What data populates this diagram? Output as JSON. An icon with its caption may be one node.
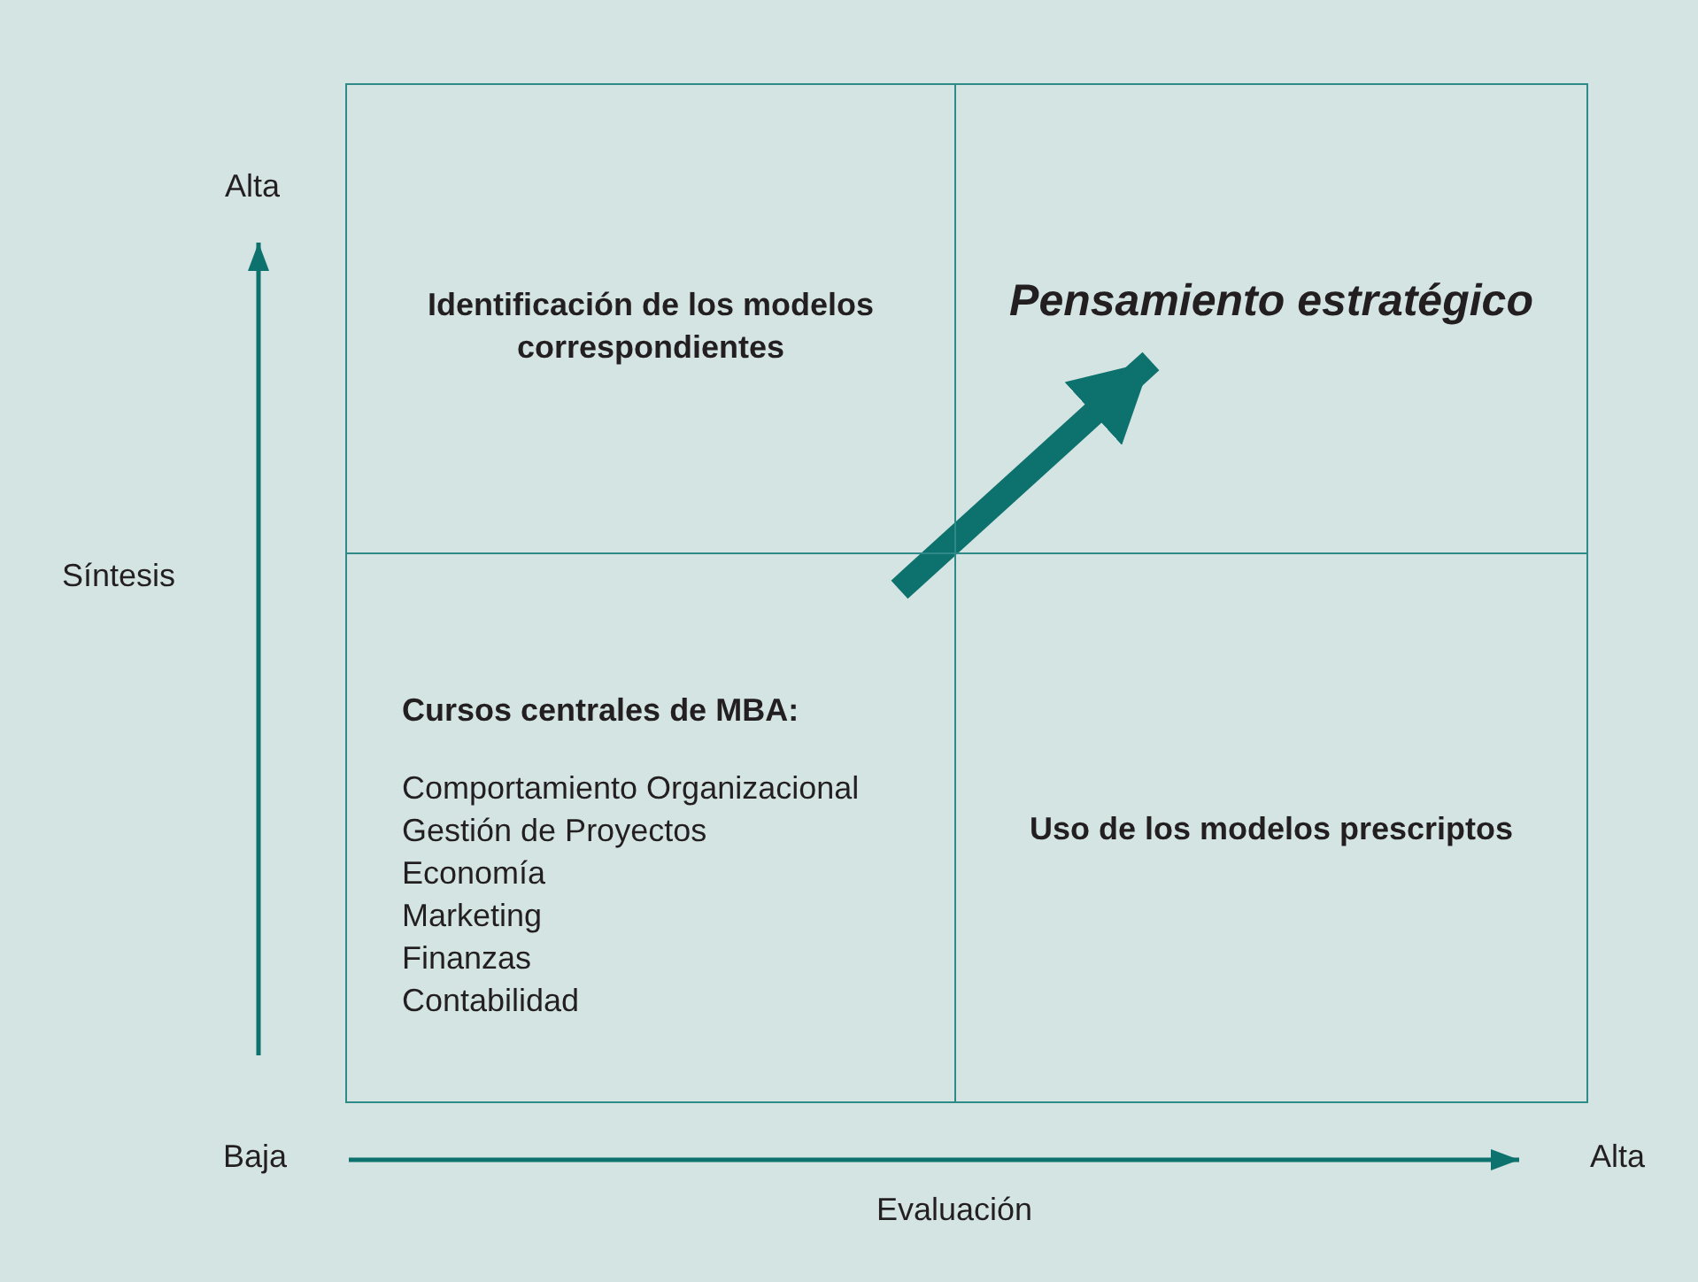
{
  "diagram": {
    "nodes": [
      {
        "text": [
          "Identificación de los modelos correspondientes"
        ]
      },
      {
        "text": [
          "Pensamiento estratégico"
        ]
      },
      {
        "text": [
          "Cursos centrales de MBA:",
          "Comportamiento Organizacional",
          "Gestión  de Proyectos",
          "Economía",
          "Marketing",
          "Finanzas",
          "Contabilidad"
        ]
      },
      {
        "text": [
          "Uso de los modelos prescriptos"
        ]
      }
    ],
    "edges": [
      {
        "from": 2,
        "to": 1,
        "arrow": "to"
      }
    ],
    "labels": [
      "Alta",
      "Síntesis",
      "Baja",
      "Alta",
      "Evaluación"
    ]
  }
}
